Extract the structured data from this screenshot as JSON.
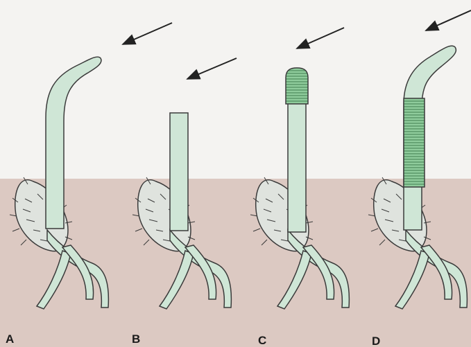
{
  "colors": {
    "page": "#f4f3f1",
    "soil": "#dcc9c2",
    "coleoptile": "#cfe6d6",
    "outline": "#3a3a3a",
    "band": "#7fbf8e",
    "arrow": "#222222"
  },
  "panels": [
    {
      "label": "A",
      "shoot": "curved"
    },
    {
      "label": "B",
      "shoot": "decapitated"
    },
    {
      "label": "C",
      "shoot": "tip-capped"
    },
    {
      "label": "D",
      "shoot": "collar-covered"
    }
  ]
}
